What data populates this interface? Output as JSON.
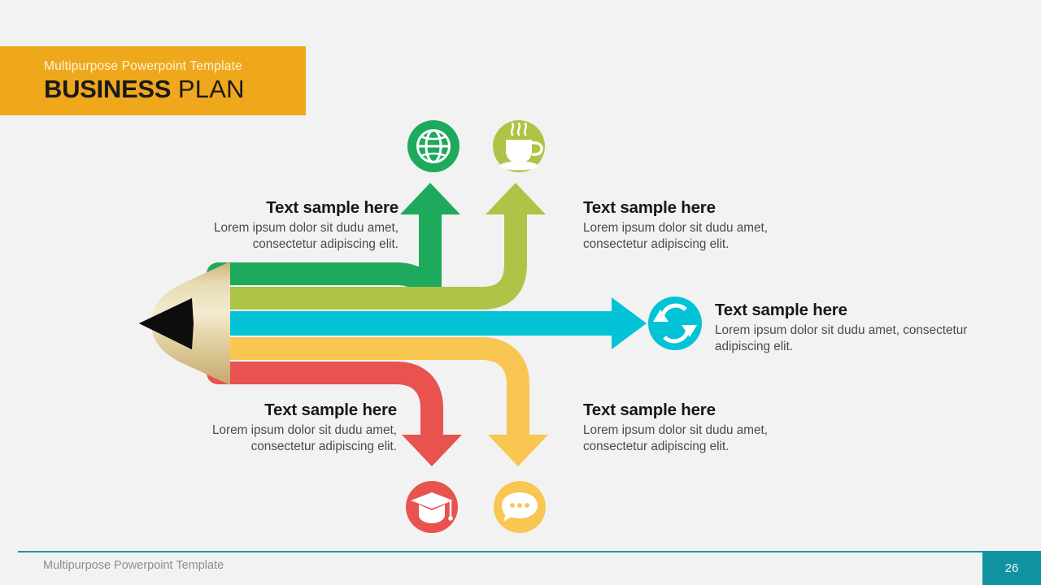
{
  "header": {
    "kicker": "Multipurpose Powerpoint Template",
    "title_bold": "BUSINESS",
    "title_light": " PLAN",
    "band_color": "#efa81b"
  },
  "footer": {
    "text": "Multipurpose Powerpoint Template",
    "page_number": "26",
    "badge_color": "#0f93a0",
    "rule_color": "#1a9a9a"
  },
  "diagram": {
    "type": "pencil-arrows-5-branch",
    "pencil": {
      "tip_color": "#111111",
      "wood_light": "#f0e4bd",
      "wood_dark": "#c9ae76"
    },
    "branches": [
      {
        "id": "top-left",
        "color": "#1daa5c",
        "direction": "up",
        "icon": "globe-icon",
        "icon_color": "#1daa5c",
        "title": "Text sample here",
        "body": "Lorem ipsum dolor sit dudu amet, consectetur adipiscing elit."
      },
      {
        "id": "top-right",
        "color": "#aec council",
        "direction": "up",
        "icon": "coffee-cup-icon",
        "icon_color": "#aec council",
        "title": "Text sample here",
        "body": "Lorem ipsum dolor sit dudu amet, consectetur adipiscing elit."
      },
      {
        "id": "middle",
        "color": "#03c3d7",
        "direction": "right",
        "icon": "refresh-sync-icon",
        "icon_color": "#03c3d7",
        "title": "Text sample here",
        "body": "Lorem ipsum dolor sit dudu amet, consectetur adipiscing elit."
      },
      {
        "id": "bottom-right",
        "color": "#f8c css",
        "direction": "down",
        "icon": "chat-bubble-icon",
        "icon_color": "#f8c css",
        "title": "Text sample here",
        "body": "Lorem ipsum dolor sit dudu amet, consectetur adipiscing elit."
      },
      {
        "id": "bottom-left",
        "color": "#e8534f",
        "direction": "down",
        "icon": "graduation-cap-icon",
        "icon_color": "#e8534f",
        "title": "Text sample here",
        "body": "Lorem ipsum dolor sit dudu amet, consectetur adipiscing elit."
      }
    ]
  },
  "text_blocks": {
    "top_left": {
      "title": "Text sample here",
      "body": "Lorem ipsum dolor sit dudu amet, consectetur adipiscing elit."
    },
    "top_right": {
      "title": "Text sample here",
      "body": "Lorem ipsum dolor sit dudu amet, consectetur adipiscing elit."
    },
    "middle_right": {
      "title": "Text sample here",
      "body": "Lorem ipsum dolor sit dudu amet, consectetur adipiscing elit."
    },
    "bottom_left": {
      "title": "Text sample here",
      "body": "Lorem ipsum dolor sit dudu amet, consectetur adipiscing elit."
    },
    "bottom_right": {
      "title": "Text sample here",
      "body": "Lorem ipsum dolor sit dudu amet, consectetur adipiscing elit."
    }
  }
}
